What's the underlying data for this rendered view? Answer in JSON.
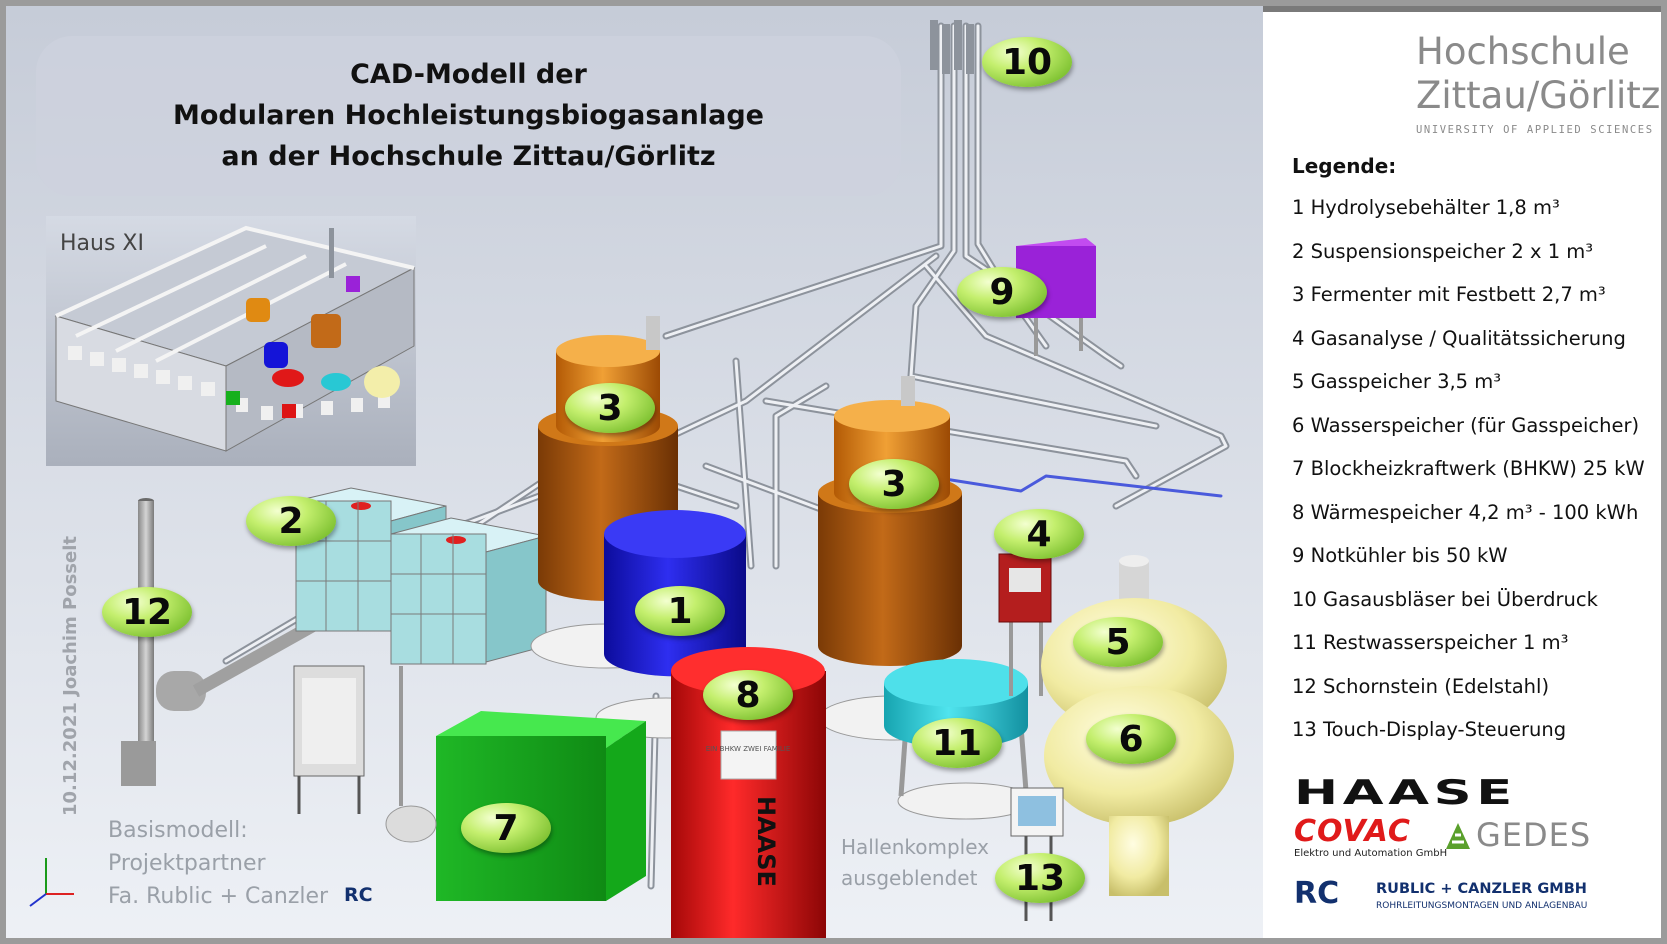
{
  "title_lines": [
    "CAD-Modell der",
    "Modularen Hochleistungsbiogasanlage",
    "an der Hochschule Zittau/Görlitz"
  ],
  "inset_label": "Haus XI",
  "university": {
    "name_line1": "Hochschule",
    "name_line2": "Zittau/Görlitz",
    "subtitle": "UNIVERSITY OF APPLIED SCIENCES",
    "logo_color": "#8cc63f"
  },
  "legend": {
    "heading": "Legende:",
    "items": [
      "1 Hydrolysebehälter 1,8 m³",
      "2 Suspensionspeicher 2 x 1 m³",
      "3 Fermenter mit Festbett 2,7 m³",
      "4 Gasanalyse / Qualitätssicherung",
      "5 Gasspeicher 3,5 m³",
      "6 Wasserspeicher (für Gasspeicher)",
      "7 Blockheizkraftwerk (BHKW) 25 kW",
      "8 Wärmespeicher 4,2 m³ - 100 kWh",
      "9 Notkühler bis 50 kW",
      "10 Gasausbläser bei Überdruck",
      "11 Restwasserspeicher 1 m³",
      "12 Schornstein (Edelstahl)",
      "13 Touch-Display-Steuerung"
    ]
  },
  "badges": [
    "1",
    "2",
    "3",
    "3",
    "4",
    "5",
    "6",
    "7",
    "8",
    "9",
    "10",
    "11",
    "12",
    "13"
  ],
  "base_model_note": [
    "Basismodell:",
    "Projektpartner",
    "Fa. Rublic + Canzler"
  ],
  "hall_note": [
    "Hallenkomplex",
    "ausgeblendet"
  ],
  "credit": "10.12.2021 Joachim Posselt",
  "partners": {
    "haase": "HAASE",
    "covac": "COVAC",
    "covac_sub": "Elektro und Automation GmbH",
    "gedes": "GEDES",
    "rc_mark": "RC",
    "rc_name": "RUBLIC + CANZLER GMBH",
    "rc_sub": "ROHRLEITUNGSMONTAGEN UND ANLAGENBAU"
  },
  "equipment_text": {
    "tank8_text": "HAASE",
    "tank8_sticker": "EIN BHKW ZWEI FAMILIE"
  },
  "colors": {
    "hydrolysis": "#1414d8",
    "fermenter": "#e08a12",
    "heat_storage": "#dd1414",
    "bhkw": "#22c42a",
    "residual_water": "#28c8d4",
    "gas_storage": "#f3eeaa",
    "cooler": "#9a22d8",
    "badge": "#8cc63f"
  }
}
